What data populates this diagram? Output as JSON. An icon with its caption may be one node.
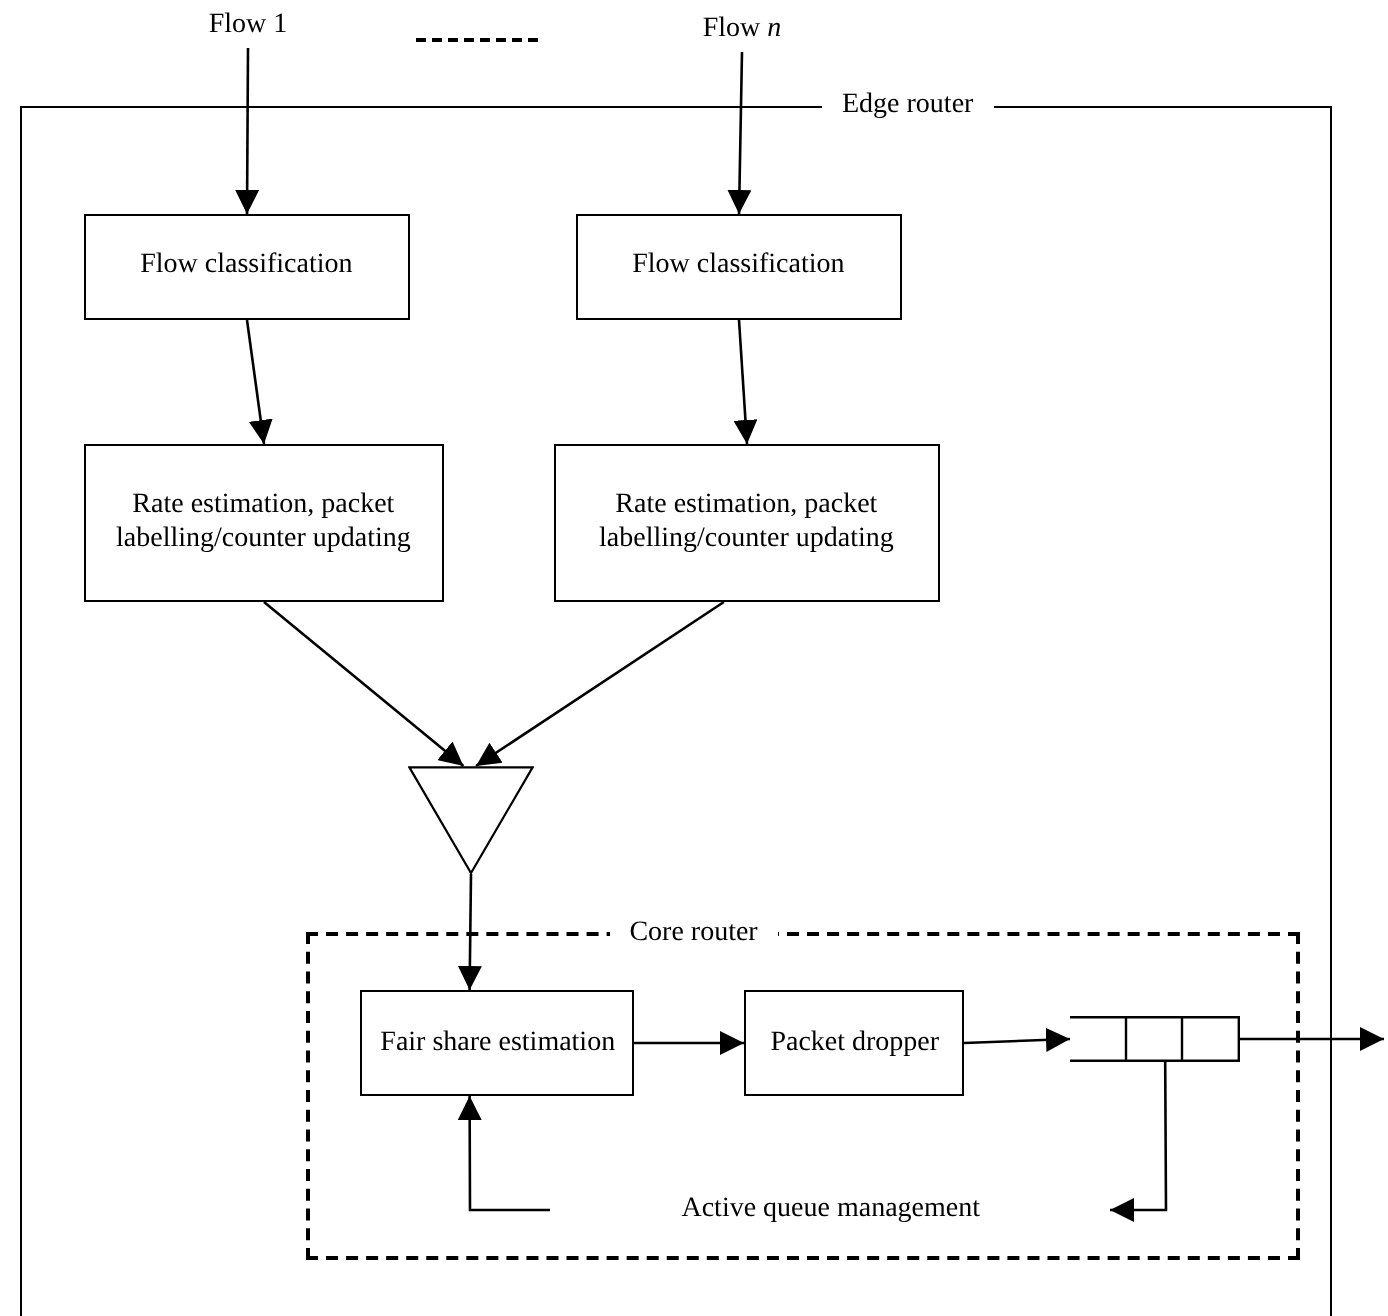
{
  "diagram": {
    "nodes": [
      {
        "text": [
          "Flow 1"
        ]
      },
      {
        "text": [
          "Flow *n*"
        ]
      },
      {
        "text": [
          "Edge router"
        ]
      },
      {
        "text": [
          "Flow classification"
        ],
        "in": 2
      },
      {
        "text": [
          "Flow classification"
        ],
        "in": 2
      },
      {
        "text": [
          "Rate estimation, packet labelling/counter updating"
        ],
        "in": 2
      },
      {
        "text": [
          "Rate estimation, packet labelling/counter updating"
        ],
        "in": 2
      },
      {
        "text": [],
        "shape": "triangle",
        "in": 2
      },
      {
        "text": [
          "Core router"
        ],
        "in": 2
      },
      {
        "text": [
          "Fair share estimation"
        ],
        "in": 8
      },
      {
        "text": [
          "Packet dropper"
        ],
        "in": 8
      },
      {
        "text": [],
        "shape": "queue",
        "in": 8
      },
      {
        "text": [
          "Active queue management"
        ],
        "in": 8
      }
    ],
    "edges": [
      {
        "from": 0,
        "to": 3,
        "arrow": "to"
      },
      {
        "from": 1,
        "to": 4,
        "arrow": "to"
      },
      {
        "from": 3,
        "to": 5,
        "arrow": "to"
      },
      {
        "from": 4,
        "to": 6,
        "arrow": "to"
      },
      {
        "from": 5,
        "to": 7,
        "arrow": "to"
      },
      {
        "from": 6,
        "to": 7,
        "arrow": "to"
      },
      {
        "from": 7,
        "to": 9,
        "arrow": "to"
      },
      {
        "from": 9,
        "to": 10,
        "arrow": "to"
      },
      {
        "from": 10,
        "to": 11,
        "arrow": "to"
      },
      {
        "from": 11,
        "to": 12,
        "arrow": "to"
      },
      {
        "from": 12,
        "to": 9,
        "arrow": "to"
      },
      {
        "from": 11,
        "to": null,
        "arrow": "to"
      }
    ]
  }
}
